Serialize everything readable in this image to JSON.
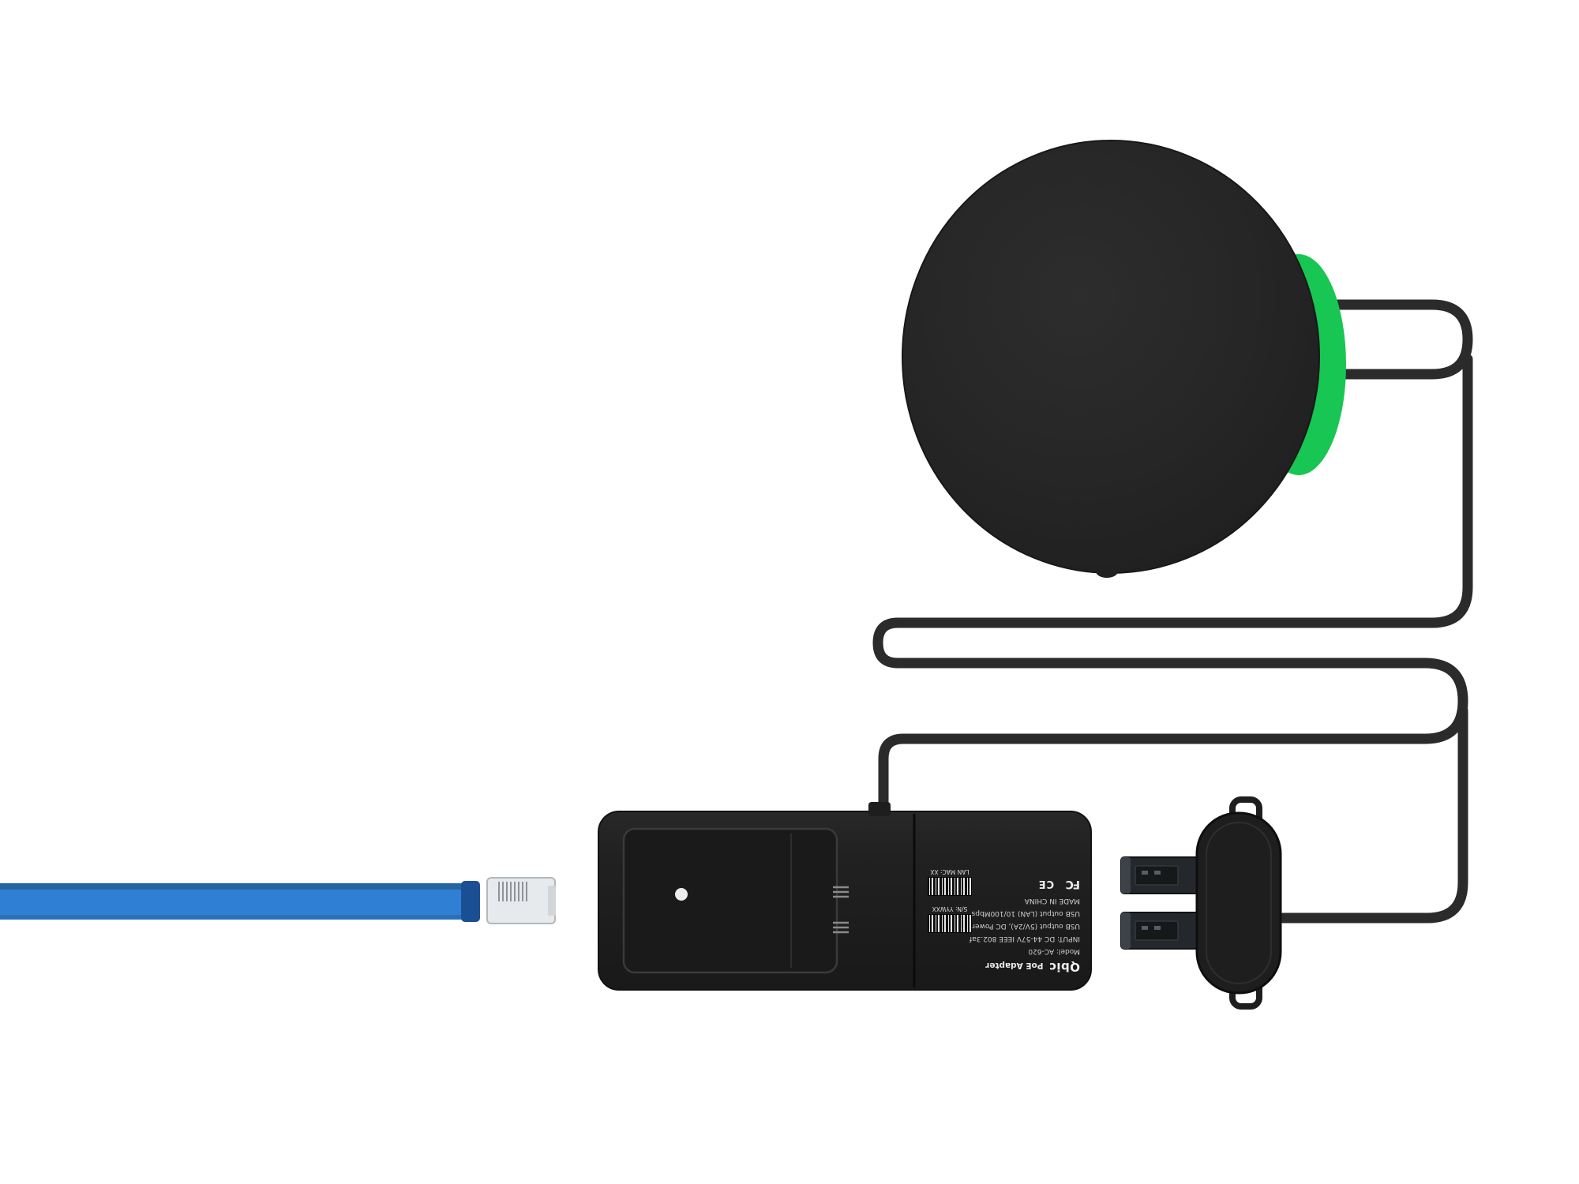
{
  "scene": {
    "description": "Product image of a round black puck device with green accent, attached black power cable coiled in a serpentine, a PoE adapter barrel, a dual-USB connector mount plate, and a blue Ethernet cable with RJ45 plug",
    "background_color": "#ffffff"
  },
  "colors": {
    "device_black": "#232323",
    "accent_green": "#18c653",
    "cable_black": "#2b2b2b",
    "adapter_black": "#1f1f1f",
    "ethernet_blue": "#2f80d4",
    "ethernet_blue_dark": "#1b4f94",
    "rj45_body": "#e7eaec",
    "screw_dot": "#ededed"
  },
  "components": {
    "puck": "round wireless device with green edge indicator",
    "power_cable": "black cable routed in loops and serpentine folds",
    "poe_adapter": "cylindrical PoE adapter with printed label (upside down)",
    "usb_mount": "round mount plate with two USB plugs and retaining clips",
    "ethernet": "flat blue Ethernet cable with translucent RJ45 connector"
  },
  "label": {
    "brand": "Qbic",
    "product": "PoE Adapter",
    "model": "Model: AC-620",
    "input": "INPUT: DC 44-57V IEEE 802.3af",
    "usb_power": "USB output (5V/2A), DC Power",
    "usb_lan": "USB output (LAN)  10/100Mbps",
    "made_in": "MADE IN CHINA",
    "serial": "S/N: YYWXX",
    "mac": "LAN MAC: XX",
    "fcc_mark": "FC",
    "ce_mark": "CE"
  }
}
